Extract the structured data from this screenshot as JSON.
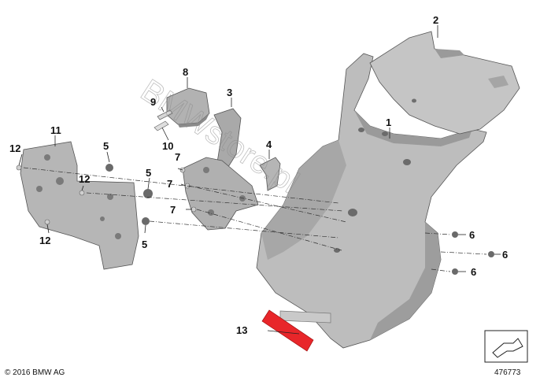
{
  "diagram": {
    "callouts": {
      "c1": "1",
      "c2": "2",
      "c3": "3",
      "c4": "4",
      "c5a": "5",
      "c5b": "5",
      "c5c": "5",
      "c6a": "6",
      "c6b": "6",
      "c6c": "6",
      "c7a": "7",
      "c7b": "7",
      "c7c": "7",
      "c8": "8",
      "c9": "9",
      "c10": "10",
      "c11": "11",
      "c12a": "12",
      "c12b": "12",
      "c12c": "12",
      "c13": "13"
    },
    "watermark": "BMWstore.pl",
    "copyright": "© 2016 BMW AG",
    "figure_number": "476773",
    "colors": {
      "part_fill": "#b8b8b8",
      "part_shade": "#8e8e8e",
      "reflector": "#e8262a"
    }
  }
}
